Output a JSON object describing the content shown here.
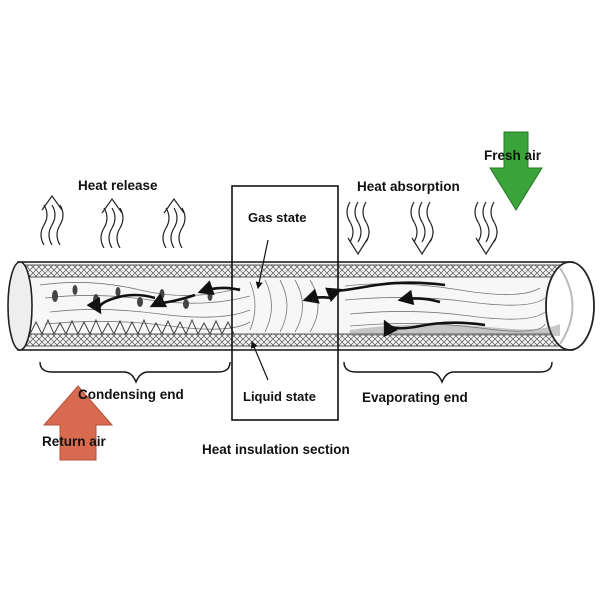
{
  "labels": {
    "heat_release": "Heat release",
    "heat_absorption": "Heat absorption",
    "fresh_air": "Fresh air",
    "return_air": "Return air",
    "gas_state": "Gas state",
    "liquid_state": "Liquid state",
    "condensing_end": "Condensing end",
    "evaporating_end": "Evaporating end",
    "heat_insulation_section": "Heat insulation section"
  },
  "colors": {
    "fresh_air_arrow": "#3aa33a",
    "return_air_arrow": "#d86a4f",
    "outline": "#222222"
  }
}
